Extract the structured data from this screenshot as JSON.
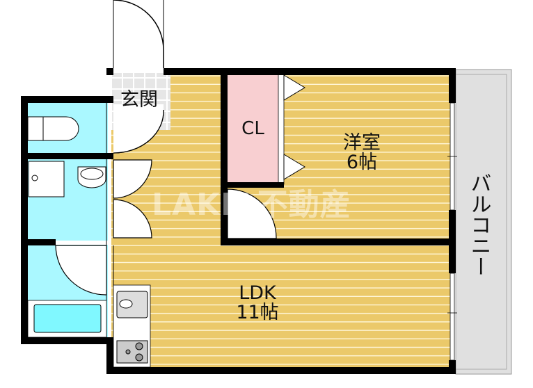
{
  "floor_plan": {
    "rooms": {
      "entrance": "玄関",
      "closet": "CL",
      "western_room": {
        "name": "洋室",
        "size": "6帖"
      },
      "ldk": {
        "name": "LDK",
        "size": "11帖"
      },
      "balcony": "バルコニー"
    },
    "watermark": "LAKIA不動産",
    "colors": {
      "floor": "#ebc96a",
      "wet_area": "#aaf8ff",
      "closet": "#f8cfd1",
      "balcony": "#e0e0e0",
      "wall": "#000000"
    },
    "fixtures": [
      "toilet-icon",
      "washing-machine-icon",
      "sink-icon",
      "bathtub-icon",
      "kitchen-sink-icon",
      "stove-icon"
    ]
  }
}
